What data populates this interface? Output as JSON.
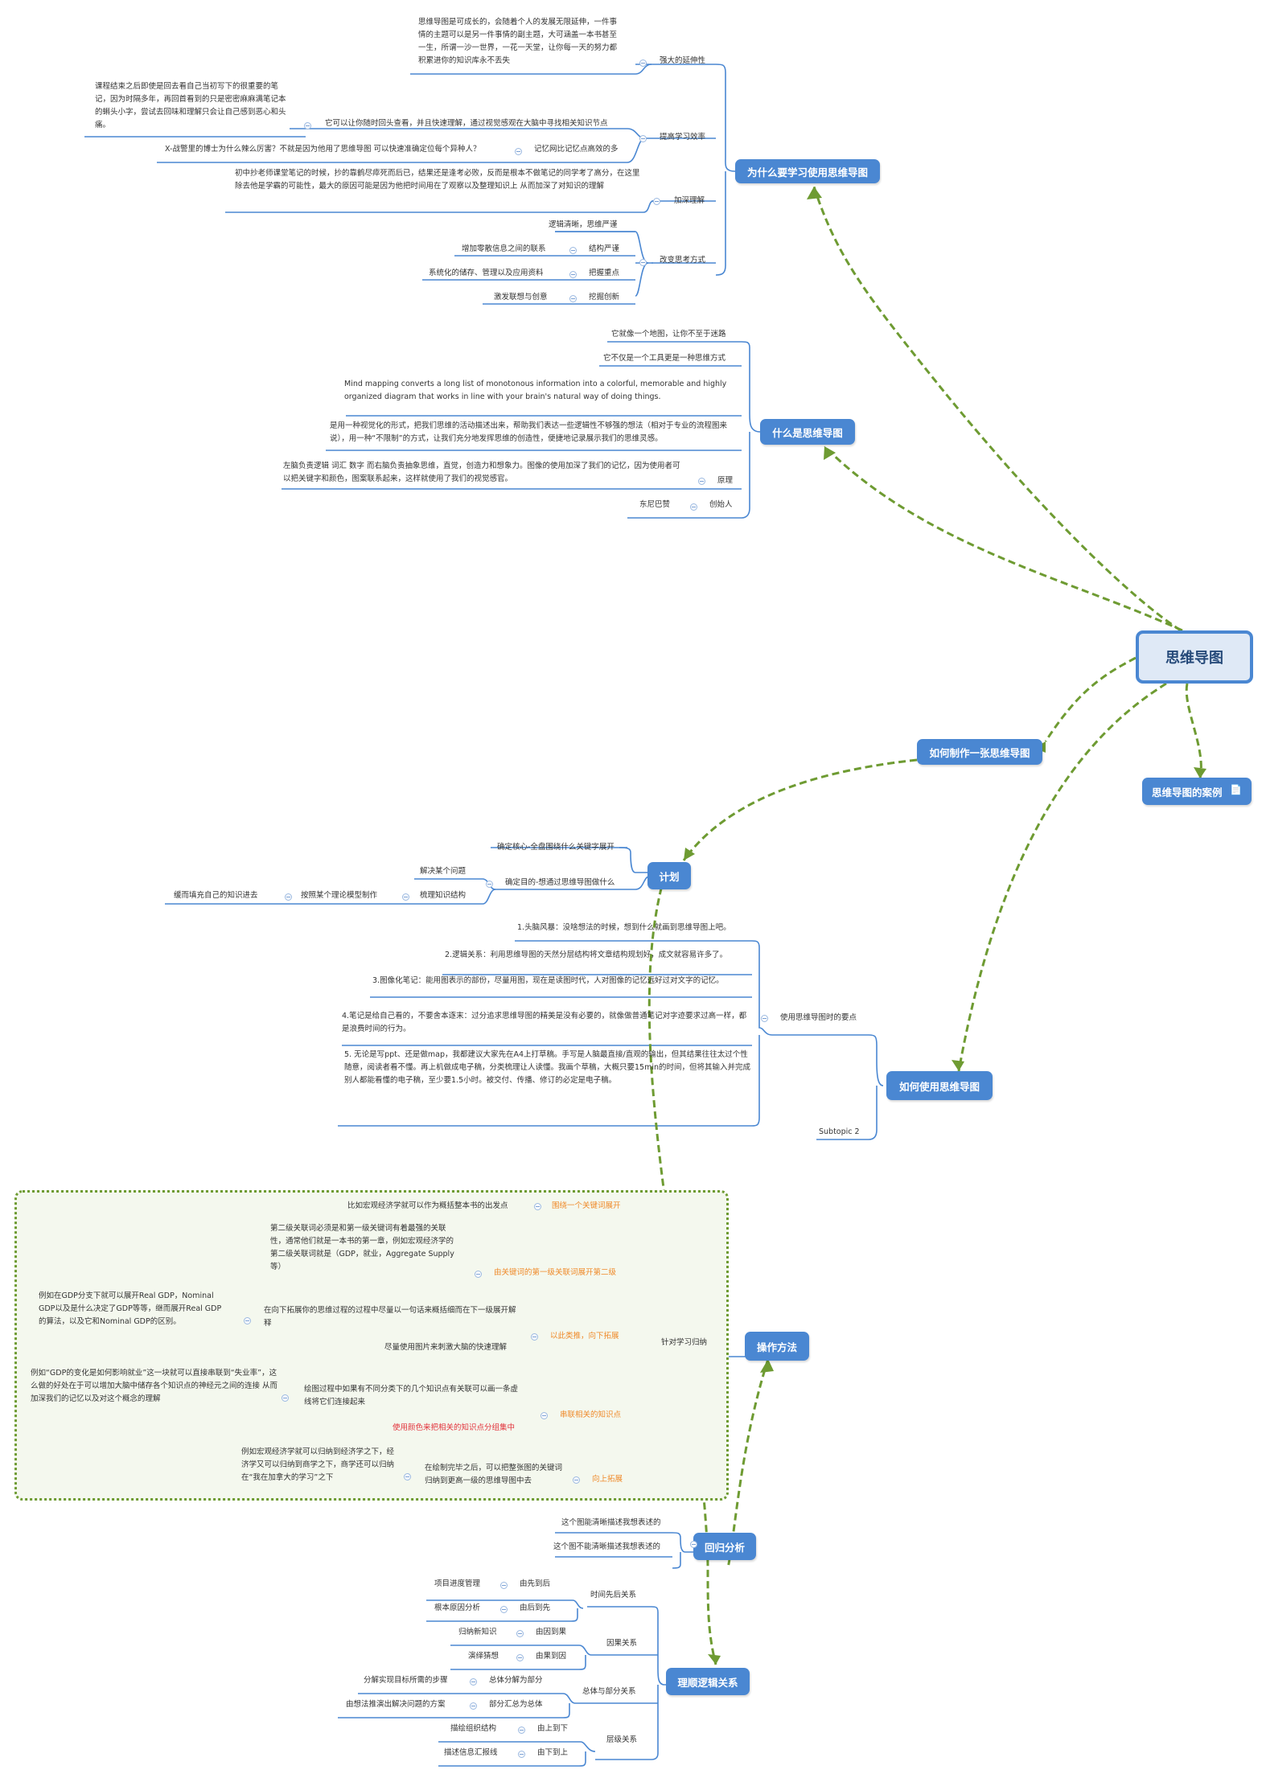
{
  "root": "思维导图",
  "main_topics": {
    "why": "为什么要学习使用思维导图",
    "what": "什么是思维导图",
    "how_make": "如何制作一张思维导图",
    "cases": "思维导图的案例",
    "plan": "计划",
    "how_use": "如何使用思维导图",
    "method": "操作方法",
    "regress": "回归分析",
    "logic": "理顺逻辑关系"
  },
  "why": {
    "extend": {
      "label": "强大的延伸性",
      "text": "思维导图是可成长的，会随着个人的发展无限延伸，一件事情的主题可以是另一件事情的副主题，大可涵盖一本书甚至一生，所谓一沙一世界，一花一天堂，让你每一天的努力都积累进你的知识库永不丢失"
    },
    "efficiency": {
      "label": "提高学习效率",
      "review": "它可以让你随时回头查看，并且快速理解，通过视觉感观在大脑中寻找相关知识节点",
      "review_note": "课程结束之后即使是回去看自己当初写下的很重要的笔记，因为时隔多年，再回首看到的只是密密麻麻满笔记本的蝌头小字，尝试去回味和理解只会让自己感到恶心和头痛。",
      "memory": "记忆网比记忆点高效的多",
      "memory_note": "X-战警里的博士为什么辣么厉害？不就是因为他用了思维导图 可以快速准确定位每个异种人？"
    },
    "deepen": {
      "label": "加深理解",
      "text": "初中抄老师课堂笔记的时候，抄的靠鹤尽瘁死而后已，结果还是逢考必败，反而是根本不做笔记的同学考了高分，在这里除去他是学霸的可能性，最大的原因可能是因为他把时间用在了观察以及整理知识上 从而加深了对知识的理解"
    },
    "thinking": {
      "label": "改变思考方式",
      "items": [
        {
          "label": "逻辑清晰，思维严谨",
          "note": ""
        },
        {
          "label": "结构严谨",
          "note": "增加零散信息之间的联系"
        },
        {
          "label": "把握重点",
          "note": "系统化的储存、管理以及应用资料"
        },
        {
          "label": "挖掘创新",
          "note": "激发联想与创意"
        }
      ]
    }
  },
  "what": {
    "map": "它就像一个地图，让你不至于迷路",
    "tool": "它不仅是一个工具更是一种思维方式",
    "english": "Mind mapping converts a long list of monotonous information into a colorful, memorable and highly organized diagram that works in line with your brain's natural way of doing things.",
    "visual": "是用一种视觉化的形式，把我们思维的活动描述出来，帮助我们表达一些逻辑性不够强的想法（相对于专业的流程图来说），用一种“不限制”的方式，让我们充分地发挥思维的创造性，便捷地记录展示我们的思维灵感。",
    "principle": {
      "label": "原理",
      "note": "左脑负责逻辑 词汇 数字 而右脑负责抽象思维，直觉，创造力和想象力。图像的使用加深了我们的记忆，因为使用者可以把关键字和颜色，图案联系起来，这样就使用了我们的视觉感官。"
    },
    "founder": {
      "label": "创始人",
      "note": "东尼巴赞"
    }
  },
  "plan": {
    "core": "确定核心-全盘围绕什么关键字展开",
    "goal": "确定目的-想通过思维导图做什么",
    "solve": "解决某个问题",
    "comb": "梳理知识结构",
    "theory": "按照某个理论模型制作",
    "fill": "缓而填充自己的知识进去"
  },
  "how_use": {
    "points": "使用思维导图时的要点",
    "tips": [
      "1.头脑风暴：没啥想法的时候，想到什么就画到思维导图上吧。",
      "2.逻辑关系：利用思维导图的天然分层结构将文章结构规划好，成文就容易许多了。",
      "3.图像化笔记：能用图表示的部份，尽量用图，现在是读图时代，人对图像的记忆远好过对文字的记忆。",
      "4.笔记是给自己看的，不要舍本逐末：过分追求思维导图的精美是没有必要的，就像做普通笔记对字迹要求过高一样，都是浪费时间的行为。",
      "5. 无论是写ppt、还是做map，我都建议大家先在A4上打草稿。手写是人脑最直接/直观的输出，但其结果往往太过个性随意，阅读者看不懂。再上机做成电子稿，分类梳理让人读懂。我画个草稿，大概只要15min的时间，但将其输入并完成别人都能看懂的电子稿，至少要1.5小时。被交付、传播、修订的必定是电子稿。"
    ],
    "subtopic": "Subtopic 2"
  },
  "method": {
    "group": "针对学习归纳",
    "items": [
      {
        "label": "围绕一个关键词展开",
        "note": "比如宏观经济学就可以作为概括整本书的出发点"
      },
      {
        "label": "由关键词的第一级关联词展开第二级",
        "note": "第二级关联词必须是和第一级关键词有着最强的关联性，通常他们就是一本书的第一章，例如宏观经济学的第二级关联词就是（GDP，就业，Aggregate Supply等）"
      },
      {
        "label": "以此类推，向下拓展",
        "note": "在向下拓展你的思维过程的过程中尽量以一句话来概括细而在下一级展开解释",
        "sub": "例如在GDP分支下就可以展开Real GDP，Nominal GDP以及是什么决定了GDP等等，继而展开Real GDP的算法，以及它和Nominal GDP的区别。",
        "extra": "尽量使用图片来刺激大脑的快速理解"
      },
      {
        "label": "串联相关的知识点",
        "note": "绘图过程中如果有不同分类下的几个知识点有关联可以画一条虚线将它们连接起来",
        "sub": "例如“GDP的变化是如何影响就业”这一块就可以直接串联到“失业率”，这么做的好处在于可以增加大脑中储存各个知识点的神经元之间的连接 从而加深我们的记忆以及对这个概念的理解"
      },
      {
        "label": "使用颜色来把相关的知识点分组集中",
        "note": ""
      },
      {
        "label": "向上拓展",
        "note": "在绘制完毕之后，可以把整张图的关键词归纳到更高一级的思维导图中去",
        "sub": "例如宏观经济学就可以归纳到经济学之下，经济学又可以归纳到商学之下，商学还可以归纳在“我在加拿大的学习”之下"
      }
    ]
  },
  "regress": {
    "yes": "这个图能清晰描述我想表述的",
    "no": "这个图不能清晰描述我想表述的"
  },
  "logic": {
    "groups": [
      {
        "label": "时间先后关系",
        "items": [
          {
            "label": "由先到后",
            "note": "项目进度管理"
          },
          {
            "label": "由后到先",
            "note": "根本原因分析"
          }
        ]
      },
      {
        "label": "因果关系",
        "items": [
          {
            "label": "由因到果",
            "note": "归纳新知识"
          },
          {
            "label": "由果到因",
            "note": "演绎猜想"
          }
        ]
      },
      {
        "label": "总体与部分关系",
        "items": [
          {
            "label": "总体分解为部分",
            "note": "分解实现目标所需的步骤"
          },
          {
            "label": "部分汇总为总体",
            "note": "由想法推演出解决问题的方案"
          }
        ]
      },
      {
        "label": "层级关系",
        "items": [
          {
            "label": "由上到下",
            "note": "描绘组织结构"
          },
          {
            "label": "由下到上",
            "note": "描述信息汇报线"
          }
        ]
      }
    ]
  },
  "colors": {
    "node": "#4a87d2",
    "line": "#4a87d2",
    "relation": "#6e9b32",
    "highlight": "#ef8a2a",
    "alert": "#e2323b"
  }
}
